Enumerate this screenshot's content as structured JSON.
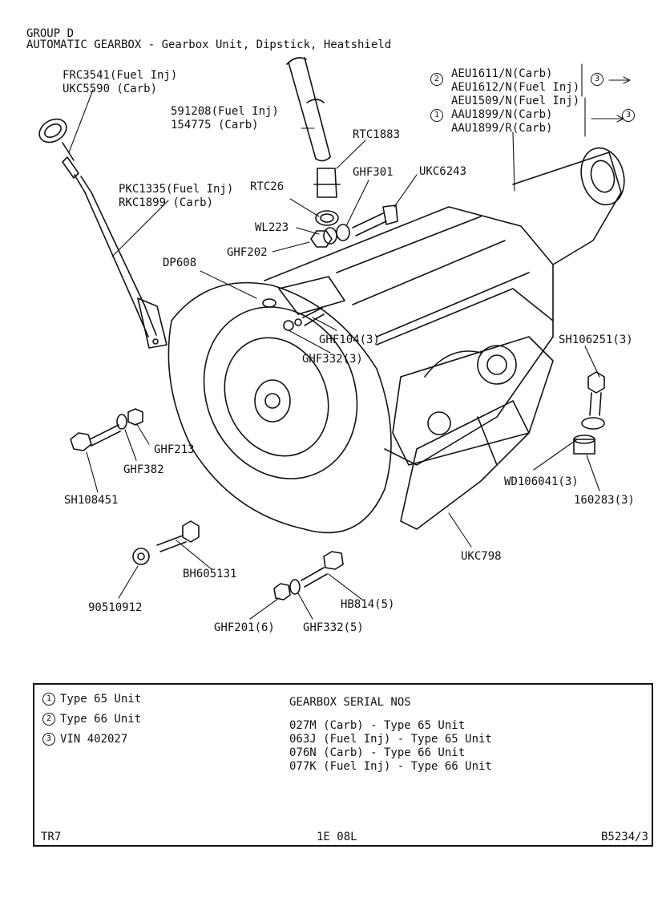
{
  "header": {
    "group": "GROUP D",
    "title": "AUTOMATIC GEARBOX - Gearbox Unit, Dipstick, Heatshield"
  },
  "callouts": {
    "frc3541": "FRC3541(Fuel Inj)",
    "ukc5590": "UKC5590 (Carb)",
    "p591208": "591208(Fuel Inj)",
    "p154775": "154775 (Carb)",
    "rtc1883": "RTC1883",
    "aeu1611": "AEU1611/N(Carb)",
    "aeu1612": "AEU1612/N(Fuel Inj)",
    "aeu1509": "AEU1509/N(Fuel Inj)",
    "aau1899n": "AAU1899/N(Carb)",
    "aau1899r": "AAU1899/R(Carb)",
    "marker_2": "2",
    "marker_1": "1",
    "marker_3": "3",
    "pkc1335": "PKC1335(Fuel Inj)",
    "rkc1899": "RKC1899 (Carb)",
    "rtc26": "RTC26",
    "ghf301": "GHF301",
    "ukc6243": "UKC6243",
    "wl223": "WL223",
    "ghf202": "GHF202",
    "dp608": "DP608",
    "ghf104": "GHF104(3)",
    "ghf332_3": "GHF332(3)",
    "sh106251": "SH106251(3)",
    "ghf213": "GHF213",
    "ghf382": "GHF382",
    "sh108451": "SH108451",
    "wd106041": "WD106041(3)",
    "p160283": "160283(3)",
    "ukc798": "UKC798",
    "bh605131": "BH605131",
    "p90510912": "90510912",
    "hb814": "HB814(5)",
    "ghf201": "GHF201(6)",
    "ghf332_5": "GHF332(5)"
  },
  "legend": {
    "items": [
      {
        "marker": "1",
        "text": "Type 65 Unit"
      },
      {
        "marker": "2",
        "text": "Type 66 Unit"
      },
      {
        "marker": "3",
        "text": "VIN 402027"
      }
    ],
    "serial_title": "GEARBOX SERIAL NOS",
    "serials": [
      "027M (Carb) - Type 65 Unit",
      "063J (Fuel Inj) - Type 65 Unit",
      "076N (Carb) - Type 66 Unit",
      "077K (Fuel Inj) - Type 66 Unit"
    ],
    "footer_left": "TR7",
    "footer_center": "1E 08L",
    "footer_right": "B5234/3"
  }
}
